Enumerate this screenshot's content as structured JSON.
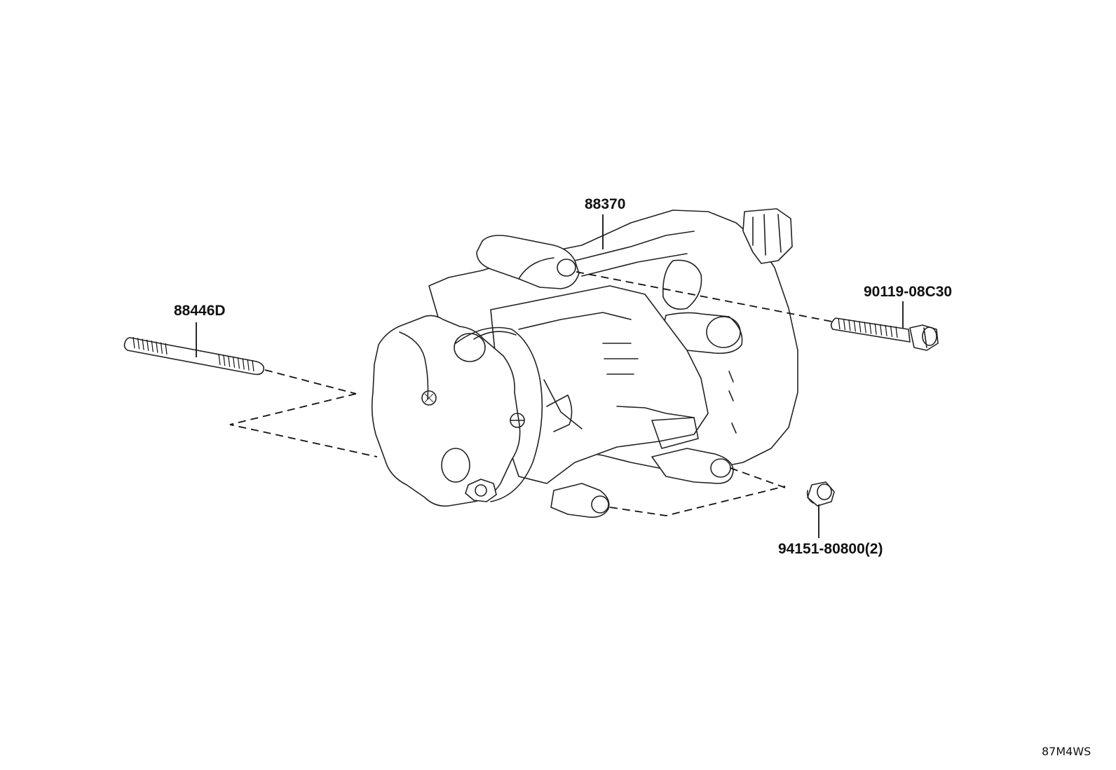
{
  "diagram": {
    "parts": {
      "compressor": {
        "part_number": "88370"
      },
      "stud_bolt": {
        "part_number": "88446D"
      },
      "flange_bolt": {
        "part_number": "90119-08C30"
      },
      "nut": {
        "part_number": "94151-80800(2)"
      }
    },
    "illustration_code": "87M4WS"
  }
}
